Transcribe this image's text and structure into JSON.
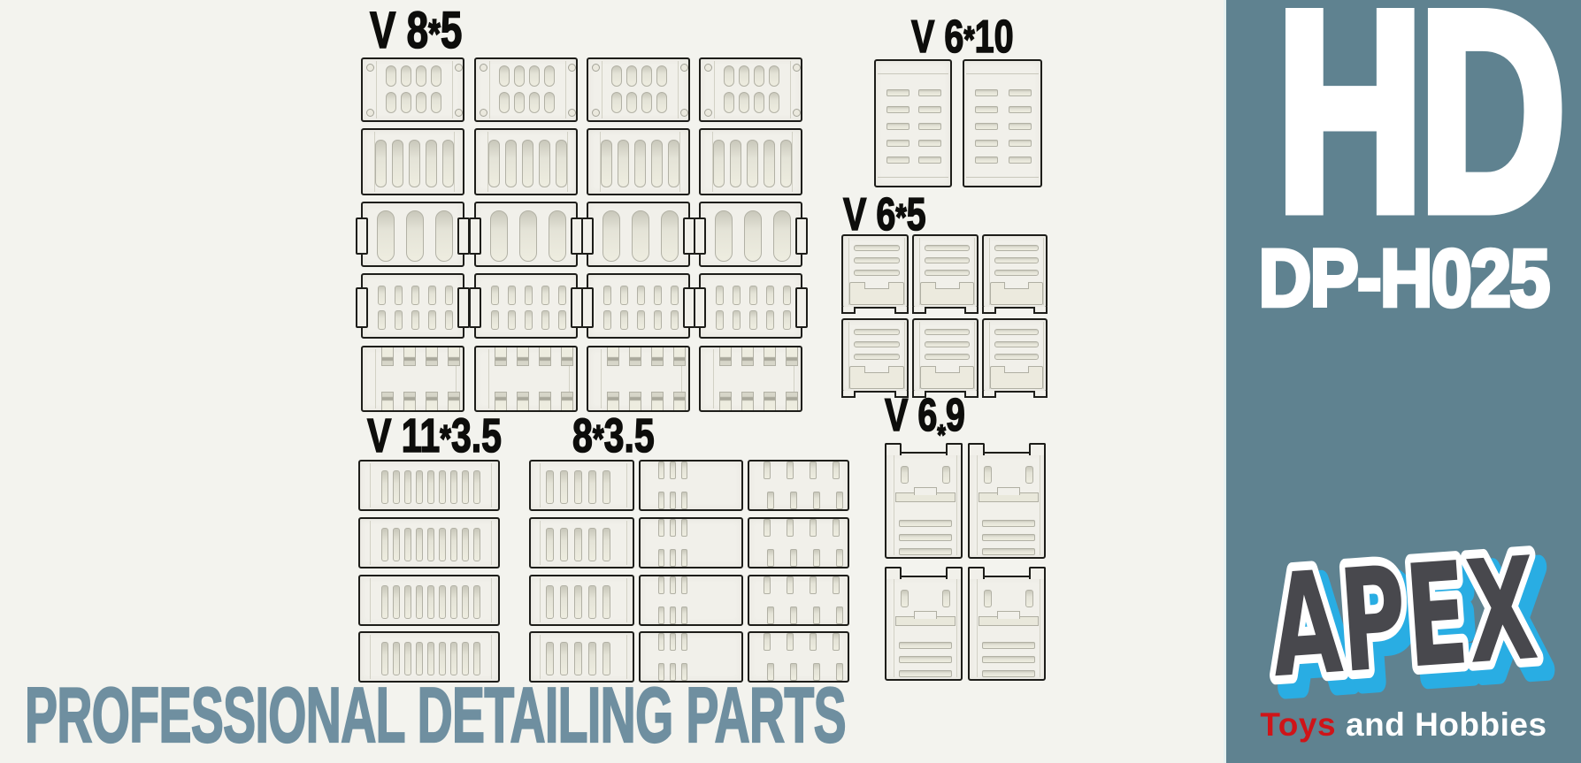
{
  "product": {
    "footer_text": "PROFESSIONAL DETAILING PARTS",
    "series_badge": "HD",
    "model_number": "DP-H025",
    "brand": "APEX",
    "brand_tagline_accent": "Toys",
    "brand_tagline_rest": "and Hobbies"
  },
  "colors": {
    "background": "#f3f3ee",
    "sidebar_bg": "#5f8290",
    "sidebar_edge": "#e6f1f1",
    "ink": "#1d1d19",
    "part_fill": "#f1f0ea",
    "footer_color": "#6f8fa0",
    "label_color": "#0d0d0b",
    "brand_letter": "#48484d",
    "brand_outline": "#ffffff",
    "brand_shadow": "#29ade3",
    "tagline_accent": "#cf1418"
  },
  "groups": [
    {
      "id": "v8x5",
      "label": "V 8*5",
      "columns": 4,
      "rows": [
        "oval-plate-8",
        "vent-5-slot",
        "vent-3-oval",
        "vent-10-slot",
        "tab-plate-8"
      ]
    },
    {
      "id": "v6x10",
      "label": "V 6*10",
      "columns": 2,
      "rows": [
        "vent-panel-2x5"
      ]
    },
    {
      "id": "v6x5",
      "label": "V 6*5",
      "columns": 3,
      "rows": [
        "hatch-vent",
        "hatch-vent"
      ]
    },
    {
      "id": "v6x9",
      "label": "V 6*9",
      "columns": 2,
      "rows": [
        "thruster-panel",
        "thruster-panel"
      ]
    },
    {
      "id": "v11x35",
      "label": "V 11*3.5",
      "columns": 1,
      "rows": [
        "vent-9-slot",
        "vent-9-slot",
        "vent-9-slot",
        "vent-9-slot"
      ]
    },
    {
      "id": "8x35",
      "label": "8*3.5",
      "columns": 3,
      "rows": 4,
      "column_types": [
        "vent-5-slot-small",
        "vent-3up-3down",
        "vent-4up-4down"
      ]
    }
  ]
}
